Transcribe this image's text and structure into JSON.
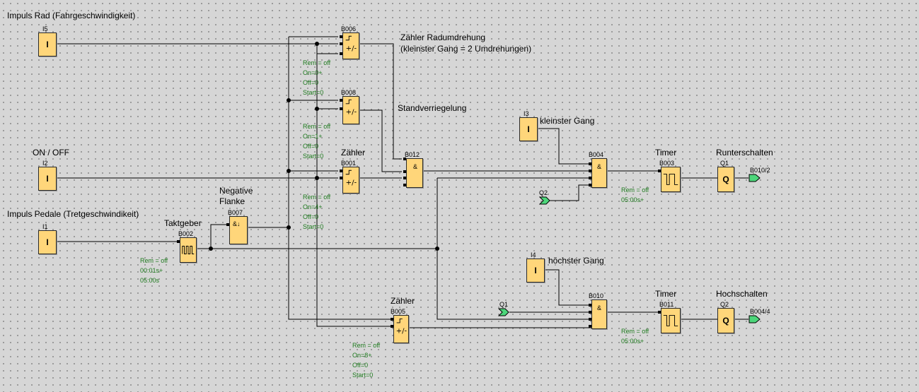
{
  "colors": {
    "background": "#d6d6d6",
    "block_fill": "#ffd67a",
    "param_text": "#1e7a1e",
    "flag_fill": "#4cd67a"
  },
  "titles": {
    "impuls_rad": "Impuls Rad (Fahrgeschwindigkeit)",
    "on_off": "ON / OFF",
    "impuls_pedale": "Impuls Pedale (Tretgeschwindikeit)"
  },
  "inputs": {
    "i5": "I5",
    "i2": "I2",
    "i1": "I1",
    "i3": "I3",
    "i4": "I4",
    "symbol": "I"
  },
  "outputs": {
    "q1": "Q1",
    "q2": "Q2",
    "symbol": "Q"
  },
  "flags": {
    "q2_ref": "Q2",
    "q1_ref": "Q1",
    "b010_2": "B010/2",
    "b004_4": "B004/4"
  },
  "blocks": {
    "b006": {
      "id": "B006",
      "label": "Zähler Radumdrehung",
      "label2": "(kleinster Gang = 2 Umdrehungen)",
      "symbol": "+/-",
      "params": "Rem = off\nOn=0+\nOff=0\nStart=0"
    },
    "b008": {
      "id": "B008",
      "label": "Standverriegelung",
      "symbol": "+/-",
      "params": "Rem = off\nOn=1+\nOff=0\nStart=0"
    },
    "b001": {
      "id": "B001",
      "label": "Zähler",
      "symbol": "+/-",
      "params": "Rem = off\nOn=4+\nOff=0\nStart=0"
    },
    "b007": {
      "id": "B007",
      "label": "Negative\nFlanke",
      "symbol": "&↓"
    },
    "b002": {
      "id": "B002",
      "label": "Taktgeber",
      "params": "Rem = off\n00:01s+\n05:00s"
    },
    "b012": {
      "id": "B012",
      "symbol": "&"
    },
    "b004": {
      "id": "B004",
      "symbol": "&"
    },
    "b003": {
      "id": "B003",
      "label": "Timer",
      "params": "Rem = off\n05:00s+"
    },
    "b010": {
      "id": "B010",
      "symbol": "&"
    },
    "b011": {
      "id": "B011",
      "label": "Timer",
      "params": "Rem = off\n05:00s+"
    },
    "b005": {
      "id": "B005",
      "label": "Zähler",
      "symbol": "+/-",
      "params": "Rem = off\nOn=8+\nOff=0\nStart=0"
    }
  },
  "signal_labels": {
    "kleinster_gang": "kleinster Gang",
    "hoechster_gang": "höchster Gang",
    "runterschalten": "Runterschalten",
    "hochschalten": "Hochschalten"
  }
}
